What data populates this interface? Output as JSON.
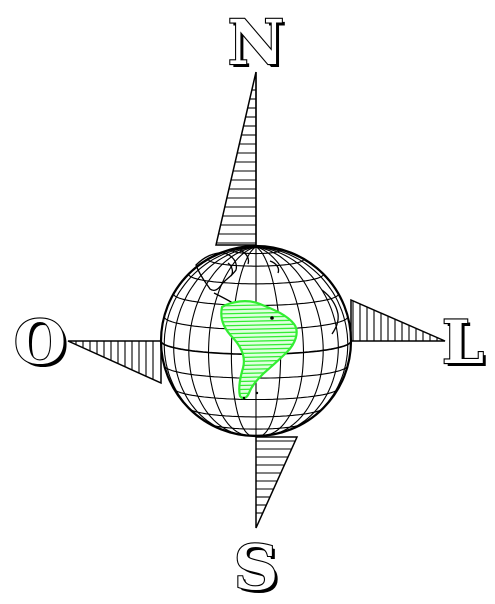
{
  "compass": {
    "north": "N",
    "south": "S",
    "east": "L",
    "west": "O"
  },
  "colors": {
    "ink": "#000000",
    "paper": "#ffffff",
    "continent": "#33ee33"
  },
  "icons": {
    "globe": "globe-icon",
    "continent": "south-america-icon"
  }
}
